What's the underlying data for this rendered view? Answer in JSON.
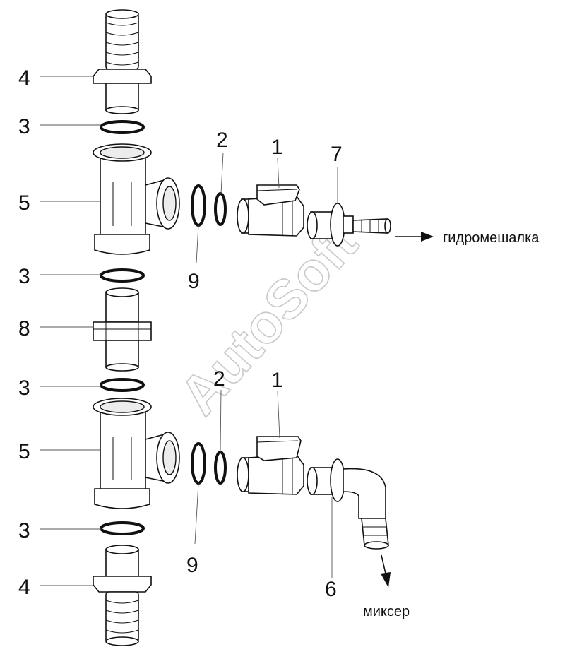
{
  "watermark": "AutoSoft",
  "callouts": {
    "fitting_top": "4",
    "oring_a": "3",
    "tee_upper": "5",
    "oring_b": "3",
    "nipple": "8",
    "oring_c": "3",
    "tee_lower": "5",
    "oring_d": "3",
    "fitting_bottom": "4",
    "gasket_upper": "2",
    "valve_upper": "1",
    "hose_barb": "7",
    "seal_upper": "9",
    "gasket_lower": "2",
    "valve_lower": "1",
    "elbow": "6",
    "seal_lower": "9"
  },
  "destinations": {
    "upper": "гидромешалка",
    "lower": "миксер"
  }
}
